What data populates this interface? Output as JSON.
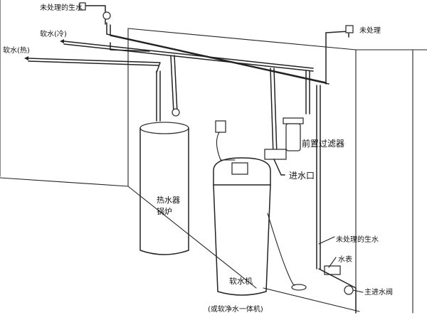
{
  "labels": {
    "untreated_top": "未处理的生水",
    "untreated_top_right": "未处理",
    "soft_cold": "软水(冷)",
    "soft_hot": "软水(热)",
    "prefilter": "前置过滤器",
    "inlet": "进水口",
    "heater_1": "热水器",
    "heater_2": "锅炉",
    "untreated_right": "未处理的生水",
    "meter": "水表",
    "main_valve": "主进水阀",
    "softener": "软水机",
    "softener_note": "(或软净水一体机)"
  },
  "colors": {
    "line": "#222222",
    "background": "#ffffff"
  }
}
